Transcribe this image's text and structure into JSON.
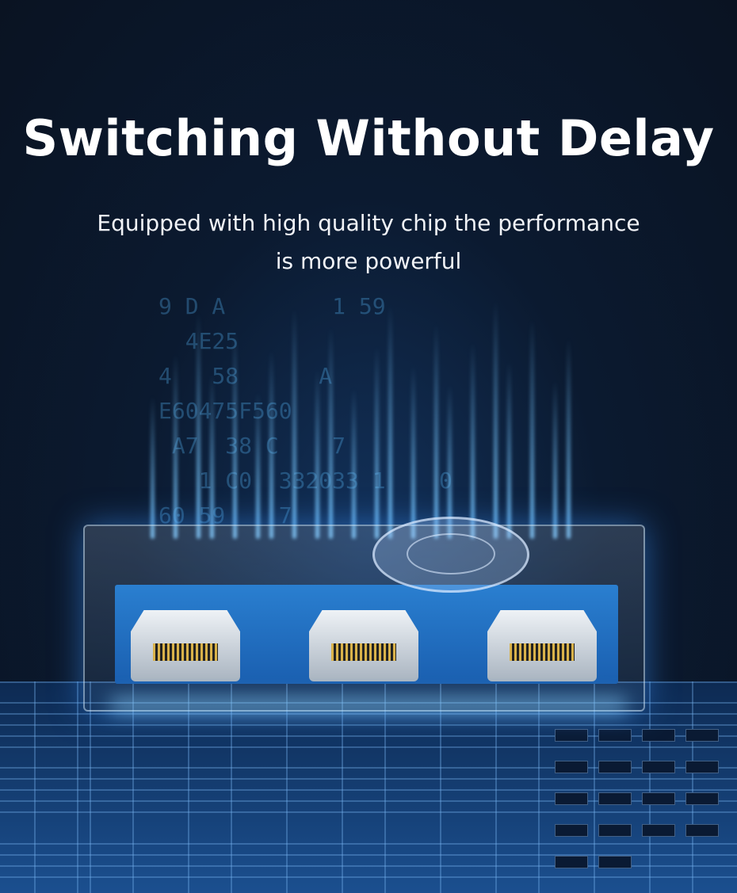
{
  "headline": "Switching Without Delay",
  "subtitle_line1": "Equipped with high quality chip the performance",
  "subtitle_line2": "is more powerful",
  "colors": {
    "background": "#0b1a30",
    "accent": "#2a7fd0",
    "text": "#ffffff"
  }
}
